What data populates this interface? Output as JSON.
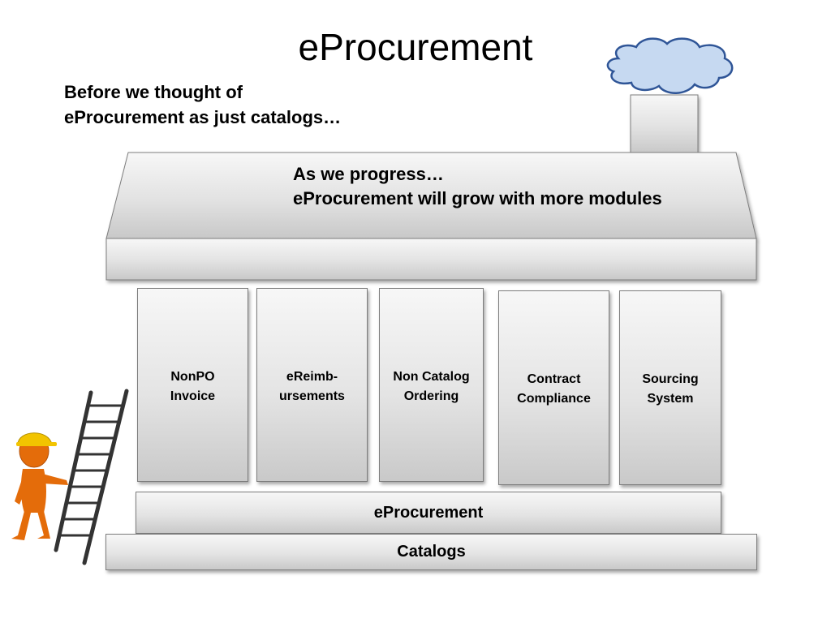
{
  "title": "eProcurement",
  "subtitle": {
    "line1": "Before we thought of",
    "line2": "eProcurement as just catalogs…"
  },
  "roof": {
    "line1": "As we progress…",
    "line2": "eProcurement will grow with more modules"
  },
  "modules": [
    {
      "line1": "NonPO",
      "line2": "Invoice"
    },
    {
      "line1": "eReimb-",
      "line2": "ursements"
    },
    {
      "line1": "Non Catalog",
      "line2": "Ordering"
    },
    {
      "line1": "Contract",
      "line2": "Compliance"
    },
    {
      "line1": "Sourcing",
      "line2": "System"
    }
  ],
  "base": {
    "eprocurement": "eProcurement",
    "catalogs": "Catalogs"
  },
  "colors": {
    "cloud_fill": "#c6d9f1",
    "cloud_stroke": "#2f5597",
    "figure": "#e46c0a",
    "helmet": "#f2c400"
  }
}
